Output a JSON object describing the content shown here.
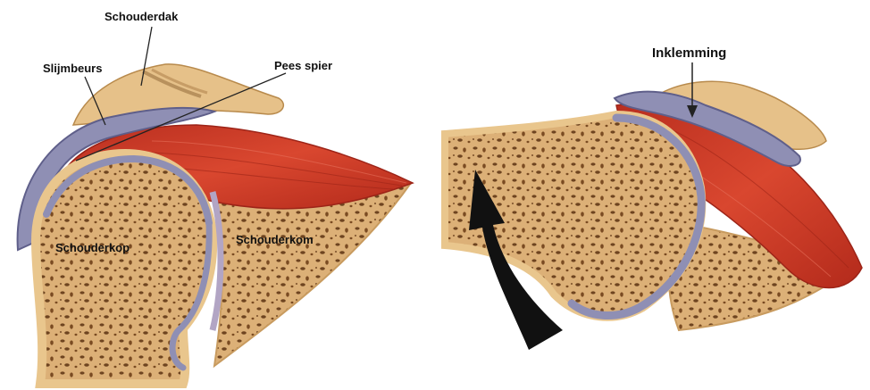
{
  "left_panel": {
    "labels": {
      "acromion": "Schouderdak",
      "bursa": "Slijmbeurs",
      "tendon": "Pees spier",
      "head": "Schouderkop",
      "glenoid": "Schouderkom"
    }
  },
  "right_panel": {
    "labels": {
      "impingement": "Inklemming"
    }
  },
  "colors": {
    "bone_cortex": "#e9c68d",
    "bone_spongy": "#dcb077",
    "bone_pore": "#6e4420",
    "cartilage": "#8f8fb4",
    "muscle": "#cc3a2a",
    "muscle_dark": "#9d2418",
    "arrow": "#111111"
  }
}
